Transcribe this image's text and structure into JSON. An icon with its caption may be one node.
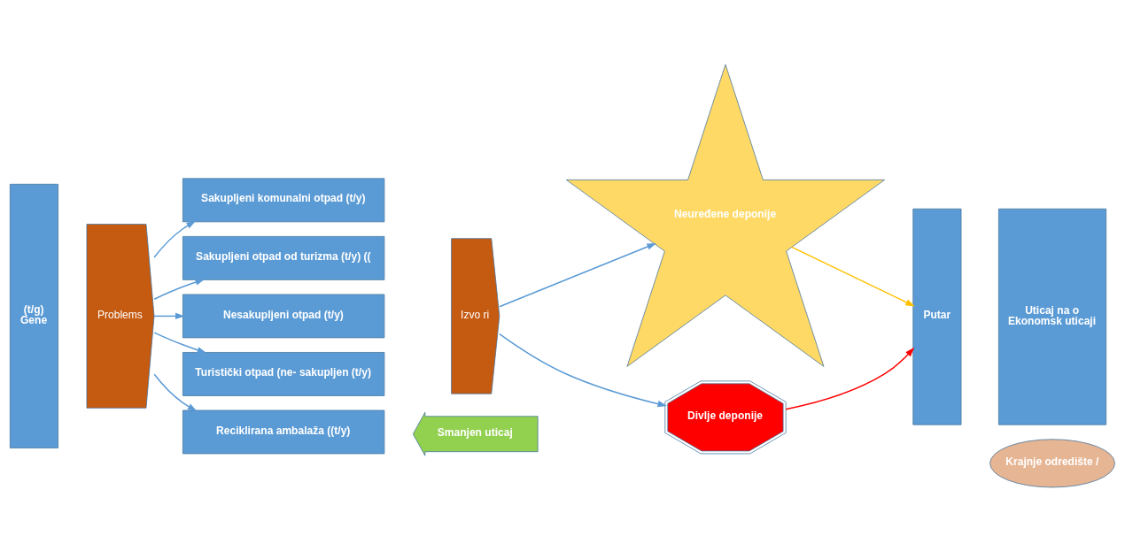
{
  "diagram": {
    "nodes": [
      {
        "text": [
          "(t/g)",
          "Gene"
        ]
      },
      {
        "text": [
          "Problems"
        ]
      },
      {
        "text": [
          "Sakupljeni komunalni otpad (t/y)"
        ]
      },
      {
        "text": [
          "Sakupljeni otpad od turizma (t/y) (("
        ]
      },
      {
        "text": [
          "Nesakupljeni otpad (t/y)"
        ]
      },
      {
        "text": [
          "Turistički otpad (ne- sakupljen (t/y)"
        ]
      },
      {
        "text": [
          "Reciklirana ambalaža ((t/y)"
        ]
      },
      {
        "text": [
          "Izvo ri"
        ]
      },
      {
        "text": [
          "Neuređene deponije"
        ]
      },
      {
        "text": [
          "Divlje deponije"
        ]
      },
      {
        "text": [
          "Putar"
        ]
      },
      {
        "text": [
          "Uticaj na o",
          "Ekonomsk uticaji"
        ]
      },
      {
        "text": [
          "Krajnje odredište /"
        ]
      },
      {
        "text": [
          "Smanjen uticaj"
        ]
      }
    ],
    "edges": [
      {
        "from": 1,
        "to": 2,
        "arrow": "to"
      },
      {
        "from": 1,
        "to": 3,
        "arrow": "to"
      },
      {
        "from": 1,
        "to": 4,
        "arrow": "to"
      },
      {
        "from": 1,
        "to": 5,
        "arrow": "to"
      },
      {
        "from": 1,
        "to": 6,
        "arrow": "to"
      },
      {
        "from": 7,
        "to": 8,
        "arrow": "to"
      },
      {
        "from": 7,
        "to": 9,
        "arrow": "to"
      },
      {
        "from": 8,
        "to": 10,
        "arrow": "to",
        "color": "#ffc000"
      },
      {
        "from": 9,
        "to": 10,
        "arrow": "to",
        "color": "#ff0000"
      }
    ]
  }
}
